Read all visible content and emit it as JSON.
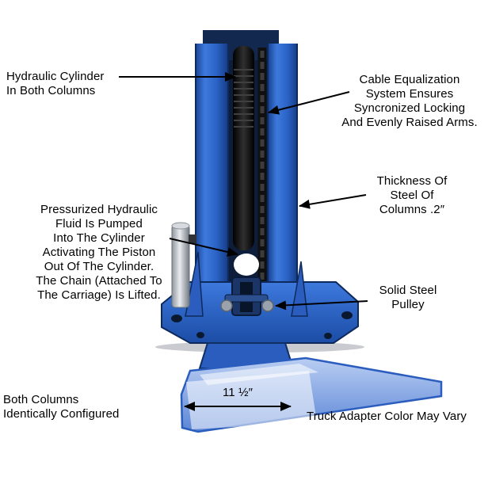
{
  "colors": {
    "background": "#ffffff",
    "column_blue": "#2e66cc",
    "column_blue_dark": "#16418f",
    "base_blue": "#2a5dbd",
    "ramp_blue_light": "#b9cdf2",
    "cylinder_black": "#111111",
    "steel_silver": "#c9ced2",
    "annotation_text": "#000000"
  },
  "annotations": {
    "hydraulic_cylinder": {
      "text": "Hydraulic Cylinder\nIn Both Columns"
    },
    "cable_equalization": {
      "text": "Cable Equalization\nSystem Ensures\nSyncronized Locking\nAnd Evenly Raised Arms."
    },
    "steel_thickness": {
      "text": "Thickness Of\nSteel Of\nColumns .2″"
    },
    "hydraulic_operation": {
      "text": "Pressurized Hydraulic\nFluid Is Pumped\nInto The Cylinder\nActivating The Piston\nOut Of The Cylinder.\nThe Chain (Attached To\nThe Carriage) Is Lifted."
    },
    "solid_steel_pulley": {
      "text": "Solid Steel\nPulley"
    },
    "both_columns": {
      "text": "Both Columns\nIdentically Configured"
    },
    "base_width_dimension": {
      "text": "11 ½″"
    },
    "truck_adapter": {
      "text": "Truck Adapter Color May Vary"
    }
  }
}
